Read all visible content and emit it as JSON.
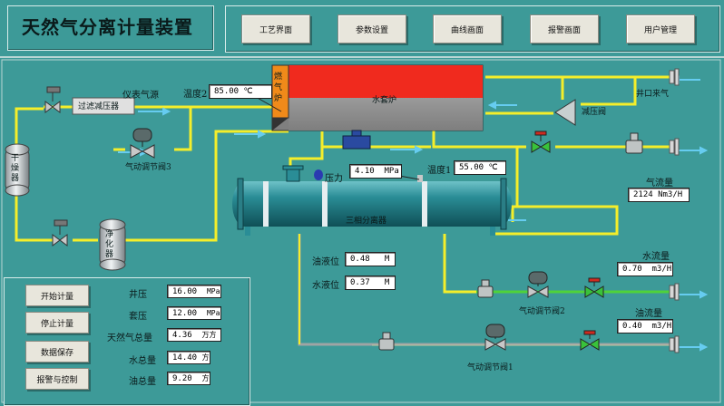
{
  "title": "天然气分离计量装置",
  "nav": [
    "工艺界面",
    "参数设置",
    "曲线画面",
    "报警画面",
    "用户管理"
  ],
  "controls": [
    "开始计量",
    "停止计量",
    "数据保存",
    "报警与控制"
  ],
  "summary": [
    {
      "label": "井压",
      "value": "16.00",
      "unit": "MPa"
    },
    {
      "label": "套压",
      "value": "12.00",
      "unit": "MPa"
    },
    {
      "label": "天然气总量",
      "value": "4.36",
      "unit": "万方"
    },
    {
      "label": "水总量",
      "value": "14.40",
      "unit": "方"
    },
    {
      "label": "油总量",
      "value": "9.20",
      "unit": "方"
    }
  ],
  "process": {
    "instrument_gas": "仪表气源",
    "filter_reducer": "过滤减压器",
    "dryer": "干燥器",
    "purifier": "净化器",
    "burner": "燃气炉",
    "water_jacket": "水套炉",
    "pressure_reducer": "减压阀",
    "wellhead_gas": "井口来气",
    "pneumatic_valve_3": "气动调节阀3",
    "pneumatic_valve_2": "气动调节阀2",
    "pneumatic_valve_1": "气动调节阀1",
    "separator": "三相分离器",
    "pressure_label": "压力",
    "pressure_value": "4.10  MPa",
    "temp1_label": "温度1",
    "temp1_value": "55.00 ℃",
    "temp2_label": "温度2",
    "temp2_value": "85.00 ℃",
    "gas_flow_label": "气流量",
    "gas_flow_value": "2124 Nm3/H",
    "water_flow_label": "水流量",
    "water_flow_value": "0.70  m3/H",
    "oil_flow_label": "油流量",
    "oil_flow_value": "0.40  m3/H",
    "oil_level_label": "油液位",
    "oil_level_value": "0.48   M",
    "water_level_label": "水液位",
    "water_level_value": "0.37   M"
  },
  "colors": {
    "background": "#3d9a98",
    "pipe_yellow": "#f5ee2a",
    "pipe_green": "#4fd23a",
    "burner_red": "#f02a1e",
    "burner_orange": "#f08a1a",
    "vessel": "#1f7f87"
  }
}
